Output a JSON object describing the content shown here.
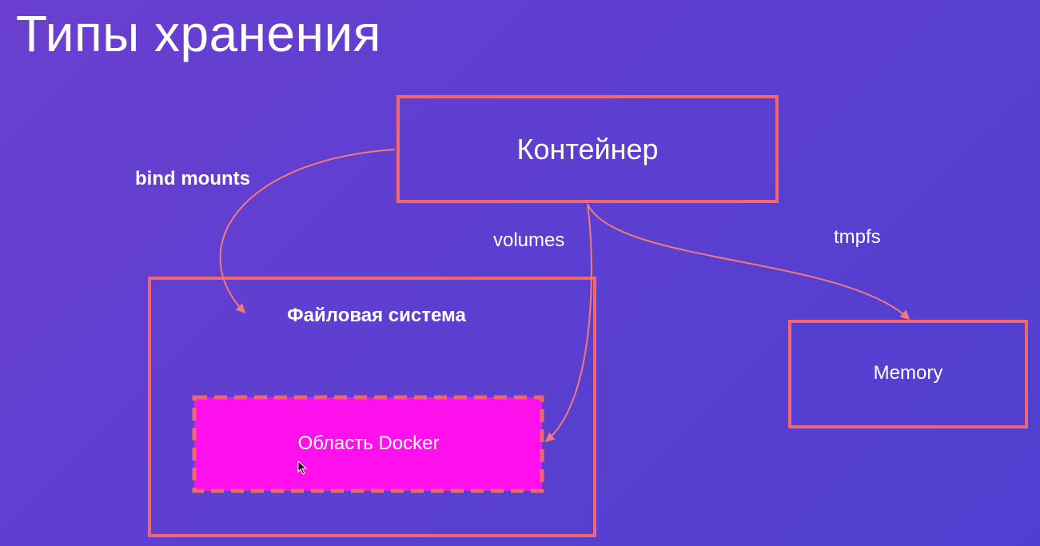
{
  "title": "Типы хранения",
  "colors": {
    "background_start": "#6a3fd0",
    "background_end": "#4f3fd0",
    "box_stroke": "#f2676e",
    "arrow": "#f07a7a",
    "docker_fill": "#ff10ec",
    "text": "#ffffff"
  },
  "nodes": {
    "container": {
      "label": "Контейнер"
    },
    "filesystem": {
      "label": "Файловая система"
    },
    "docker_area": {
      "label": "Область Docker"
    },
    "memory": {
      "label": "Memory"
    }
  },
  "edges": {
    "bind_mounts": {
      "label": "bind mounts",
      "from": "container",
      "to": "filesystem"
    },
    "volumes": {
      "label": "volumes",
      "from": "container",
      "to": "docker_area"
    },
    "tmpfs": {
      "label": "tmpfs",
      "from": "container",
      "to": "memory"
    }
  }
}
